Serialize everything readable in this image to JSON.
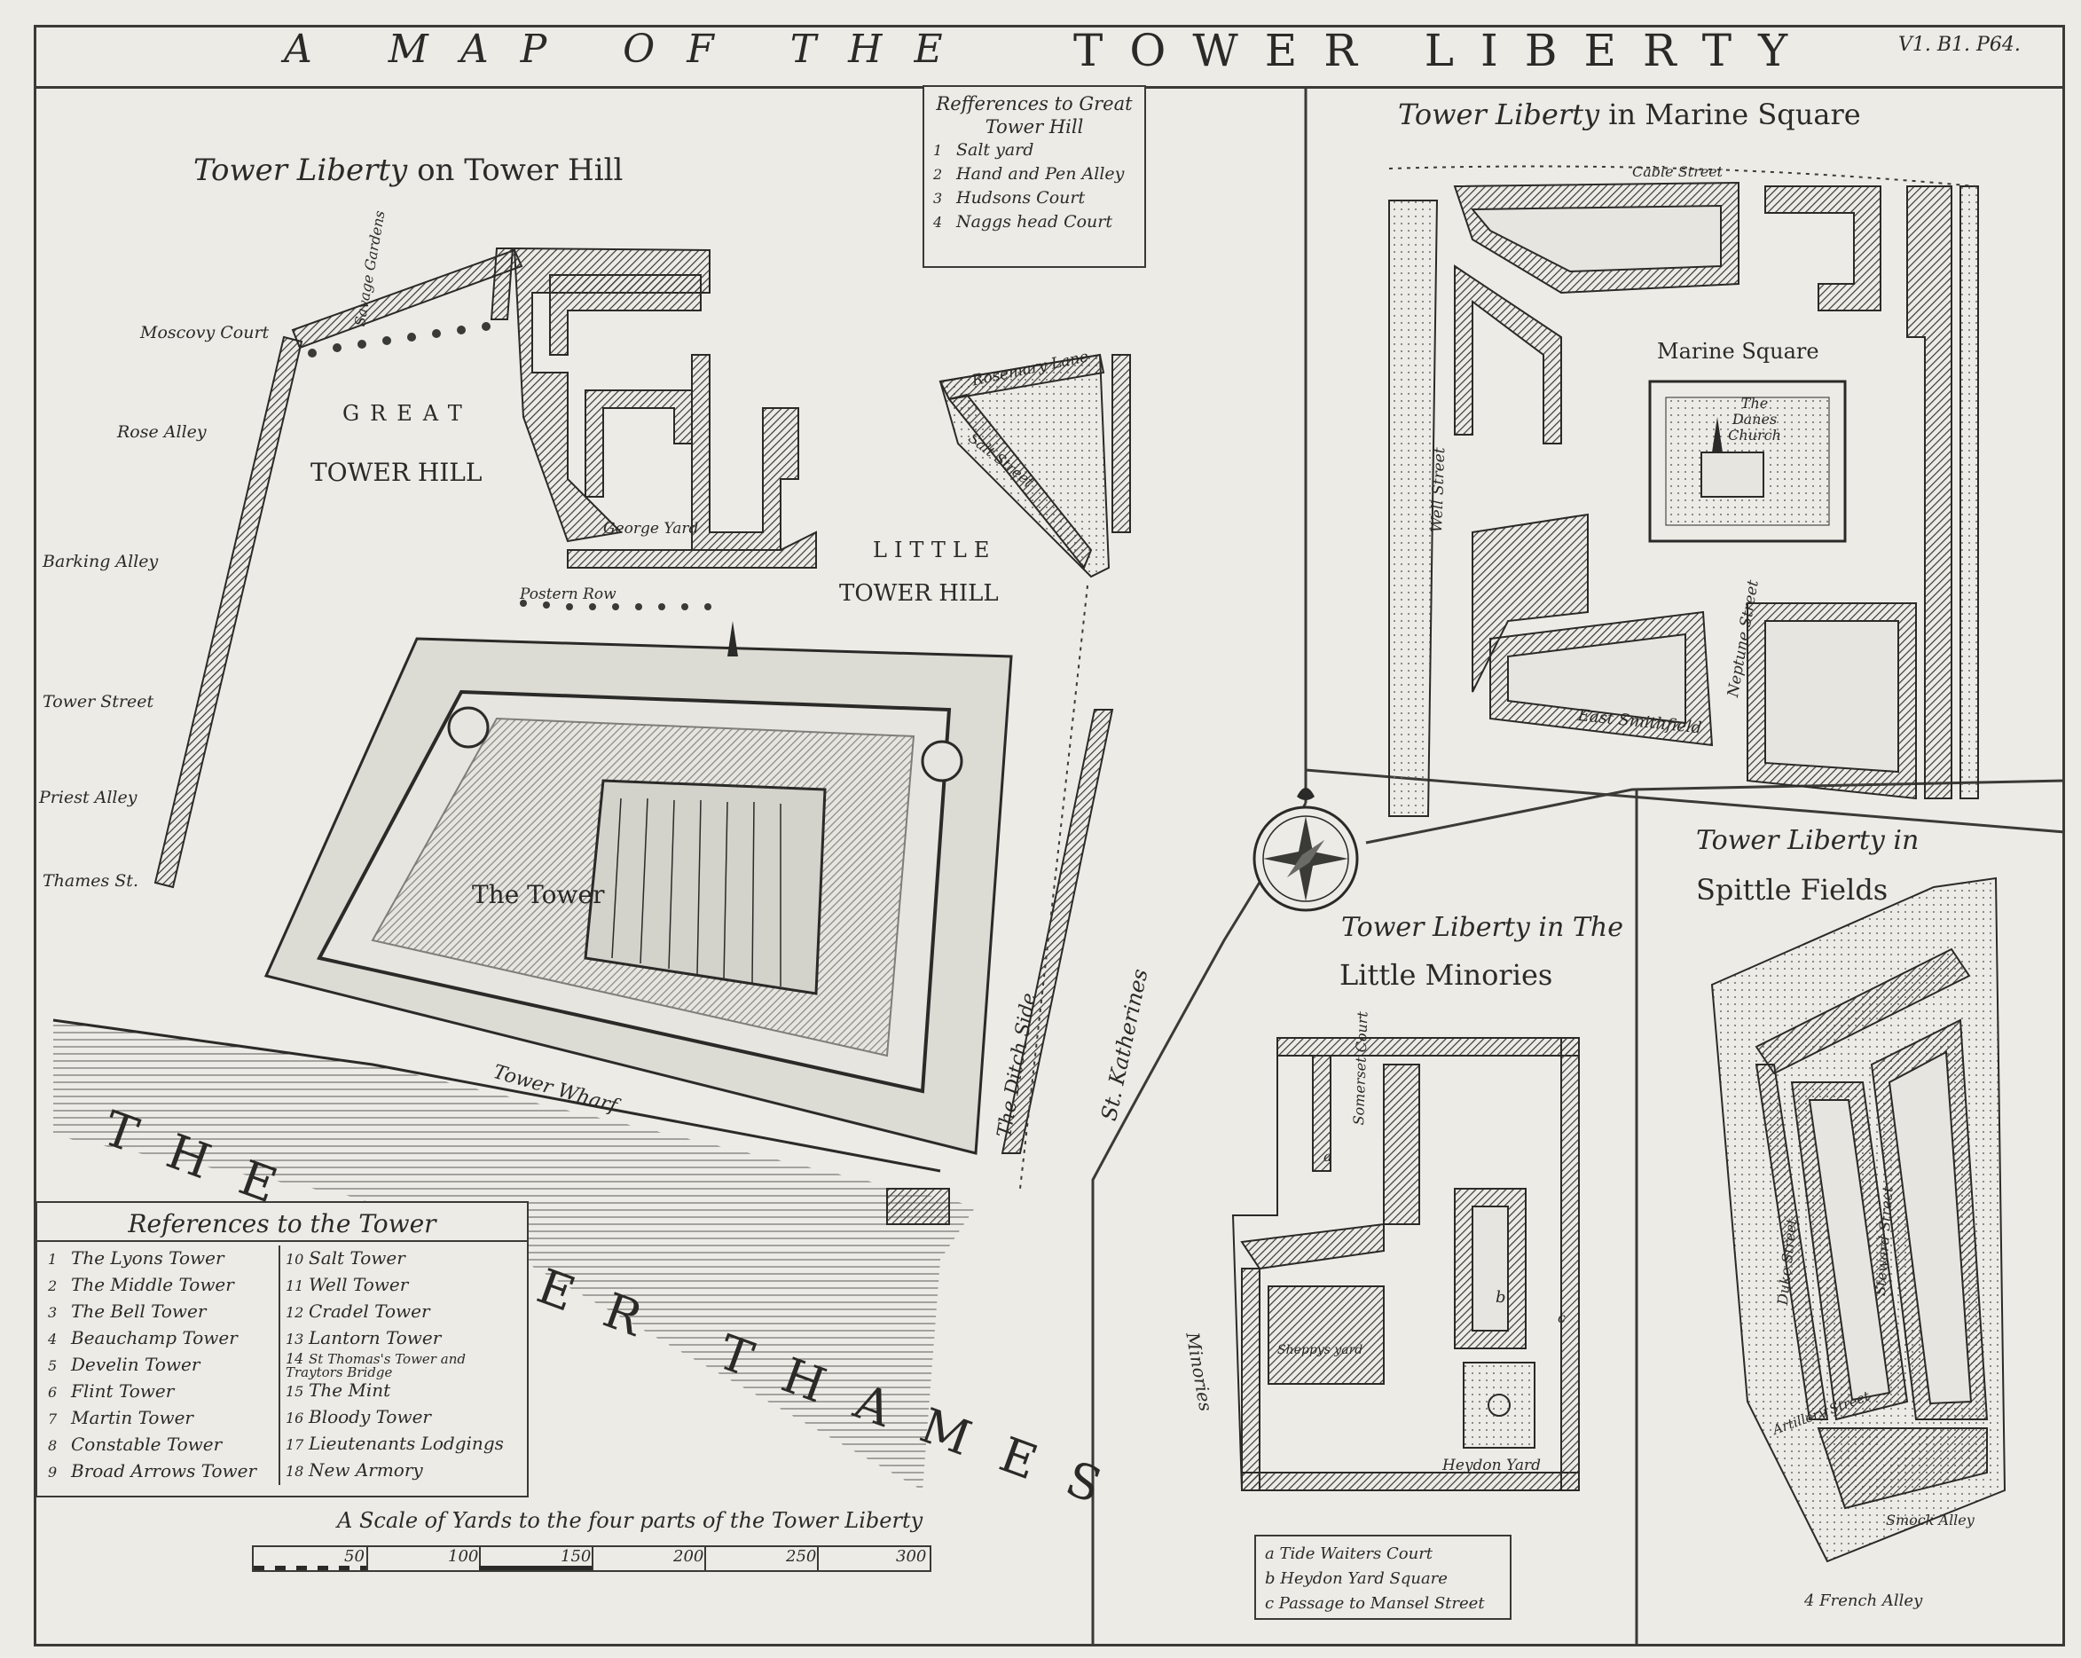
{
  "title": {
    "part1": "A MAP OF THE",
    "part2": "TOWER LIBERTY",
    "volume_ref": "V1. B1. P64."
  },
  "panels": {
    "tower_hill": {
      "heading_italic": "Tower Liberty",
      "heading_rest": "on Tower Hill",
      "great": "GREAT",
      "tower_hill": "TOWER HILL",
      "little": "LITTLE",
      "little_tower_hill": "TOWER HILL",
      "the_tower": "The Tower",
      "river": "THE RIVER THAMES",
      "tower_wharf": "Tower Wharf",
      "ditch_side": "The Ditch Side",
      "st_katherines": "St. Katherines",
      "streets": {
        "moscovy_court": "Moscovy Court",
        "rose_alley": "Rose Alley",
        "barking_alley": "Barking Alley",
        "tower_street": "Tower Street",
        "priest_alley": "Priest Alley",
        "thames": "Thames St.",
        "postern_row": "Postern Row",
        "george_yard": "George Yard",
        "rosemary_lane": "Rosemary Lane",
        "salt_street": "Salt Street",
        "savage_gardens": "Savage Gardens"
      }
    },
    "marine_square": {
      "heading_italic": "Tower Liberty",
      "heading_rest": "in Marine Square",
      "marine_square": "Marine Square",
      "church": "The Danes Church",
      "cable_street": "Cable Street",
      "well_street": "Well Street",
      "neptune_street": "Neptune Street",
      "east_smithfield": "East Smithfield"
    },
    "little_minories": {
      "heading_italic": "Tower Liberty in The",
      "heading_rest": "Little Minories",
      "minories": "Minories",
      "somerset_court": "Somerset Court",
      "heydon_yard": "Heydon Yard",
      "sheppys_yard": "Sheppys yard",
      "letter_a": "a",
      "letter_b": "b",
      "letter_c": "c",
      "legend": [
        "a Tide Waiters Court",
        "b Heydon Yard Square",
        "c Passage to Mansel Street"
      ]
    },
    "spittle_fields": {
      "heading_italic": "Tower Liberty in",
      "heading_rest": "Spittle Fields",
      "steward_street": "Steward Street",
      "duke_street": "Duke Street",
      "artillery_street": "Artillery Street",
      "smock_alley": "Smock Alley",
      "french_alley": "4 French Alley"
    }
  },
  "great_tower_hill_refs": {
    "heading": "Refferences to Great Tower Hill",
    "items": [
      {
        "n": "1",
        "label": "Salt yard"
      },
      {
        "n": "2",
        "label": "Hand and Pen Alley"
      },
      {
        "n": "3",
        "label": "Hudsons Court"
      },
      {
        "n": "4",
        "label": "Naggs head Court"
      }
    ]
  },
  "tower_refs": {
    "heading": "References to the Tower",
    "col1": [
      {
        "n": "1",
        "label": "The Lyons Tower"
      },
      {
        "n": "2",
        "label": "The Middle Tower"
      },
      {
        "n": "3",
        "label": "The Bell Tower"
      },
      {
        "n": "4",
        "label": "Beauchamp Tower"
      },
      {
        "n": "5",
        "label": "Develin Tower"
      },
      {
        "n": "6",
        "label": "Flint Tower"
      },
      {
        "n": "7",
        "label": "Martin Tower"
      },
      {
        "n": "8",
        "label": "Constable Tower"
      },
      {
        "n": "9",
        "label": "Broad Arrows Tower"
      }
    ],
    "col2": [
      {
        "n": "10",
        "label": "Salt Tower"
      },
      {
        "n": "11",
        "label": "Well Tower"
      },
      {
        "n": "12",
        "label": "Cradel Tower"
      },
      {
        "n": "13",
        "label": "Lantorn Tower"
      },
      {
        "n": "14",
        "label": "St Thomas's Tower and Traytors Bridge"
      },
      {
        "n": "15",
        "label": "The Mint"
      },
      {
        "n": "16",
        "label": "Bloody Tower"
      },
      {
        "n": "17",
        "label": "Lieutenants Lodgings"
      },
      {
        "n": "18",
        "label": "New Armory"
      }
    ]
  },
  "scale": {
    "title": "A Scale of Yards to the four parts of the Tower Liberty",
    "ticks": [
      "50",
      "100",
      "150",
      "200",
      "250",
      "300"
    ]
  }
}
